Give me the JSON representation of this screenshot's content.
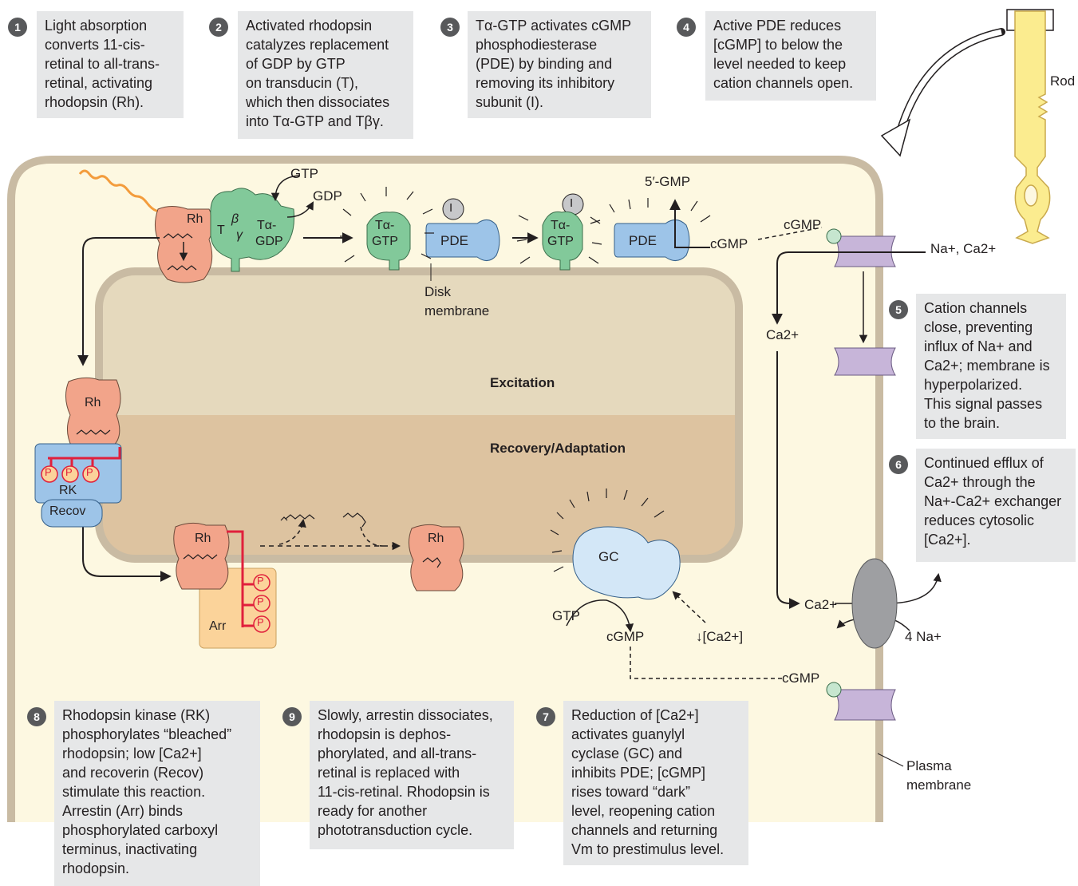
{
  "steps": [
    {
      "number": "1",
      "lines": [
        "Light absorption",
        "converts 11-cis-",
        "retinal to all-trans-",
        "retinal, activating",
        "rhodopsin (Rh)."
      ]
    },
    {
      "number": "2",
      "lines": [
        "Activated rhodopsin",
        "catalyzes replacement",
        "of GDP by GTP",
        "on transducin (T),",
        "which then dissociates",
        "into Tα-GTP and Tβγ."
      ]
    },
    {
      "number": "3",
      "lines": [
        "Tα-GTP activates cGMP",
        "phosphodiesterase",
        "(PDE) by binding and",
        "removing its inhibitory",
        "subunit (I)."
      ]
    },
    {
      "number": "4",
      "lines": [
        "Active PDE reduces",
        "[cGMP] to below the",
        "level needed to keep",
        "cation channels open."
      ]
    },
    {
      "number": "5",
      "lines": [
        "Cation channels",
        "close, preventing",
        "influx of Na+ and",
        "Ca2+; membrane is",
        "hyperpolarized.",
        "This signal passes",
        "to the brain."
      ]
    },
    {
      "number": "6",
      "lines": [
        "Continued efflux of",
        "Ca2+ through the",
        "Na+-Ca2+ exchanger",
        "reduces cytosolic",
        "[Ca2+]."
      ]
    },
    {
      "number": "7",
      "lines": [
        "Reduction of [Ca2+]",
        "activates guanylyl",
        "cyclase (GC) and",
        "inhibits PDE; [cGMP]",
        "rises toward “dark”",
        "level, reopening cation",
        "channels and returning",
        "Vm to prestimulus level."
      ]
    },
    {
      "number": "8",
      "lines": [
        "Rhodopsin kinase (RK)",
        "phosphorylates “bleached”",
        "rhodopsin; low [Ca2+]",
        "and recoverin (Recov)",
        "stimulate this reaction.",
        "Arrestin (Arr) binds",
        "phosphorylated carboxyl",
        "terminus, inactivating",
        "rhodopsin."
      ]
    },
    {
      "number": "9",
      "lines": [
        "Slowly, arrestin dissociates,",
        "rhodopsin is dephos-",
        "phorylated, and all-trans-",
        "retinal is replaced with",
        "11-cis-retinal. Rhodopsin is",
        "ready for another",
        "phototransduction cycle."
      ]
    }
  ],
  "labels": {
    "rod": "Rod",
    "excitation": "Excitation",
    "recovery": "Recovery/Adaptation",
    "disk_membrane_1": "Disk",
    "disk_membrane_2": "membrane",
    "plasma_membrane_1": "Plasma",
    "plasma_membrane_2": "membrane",
    "rh": "Rh",
    "t": "T",
    "beta": "β",
    "gamma": "γ",
    "t_alpha": "Tα-",
    "gdp": "GDP",
    "gtp": "GTP",
    "pde": "PDE",
    "i": "I",
    "five_gmp": "5′-GMP",
    "cgmp": "cGMP",
    "na_ca": "Na+, Ca2+",
    "ca": "Ca2+",
    "rk": "RK",
    "recov": "Recov",
    "p": "P",
    "arr": "Arr",
    "gc": "GC",
    "low_ca": "↓[Ca2+]",
    "four_na": "4 Na+"
  },
  "colors": {
    "cell_fill": "#fdf8e1",
    "cell_border": "#c9bba3",
    "disk_top": "#e5d9bd",
    "disk_bottom": "#ddc3a0",
    "rhodopsin": "#f2a48a",
    "transducin": "#82c99a",
    "pde": "#9dc4e8",
    "rk": "#9dc4e8",
    "gc": "#d3e7f7",
    "arrestin": "#fbd39a",
    "channel": "#c7b5d9",
    "exchanger": "#9e9fa2",
    "phospho": "#e0203c",
    "rod": "#fbec8f"
  }
}
